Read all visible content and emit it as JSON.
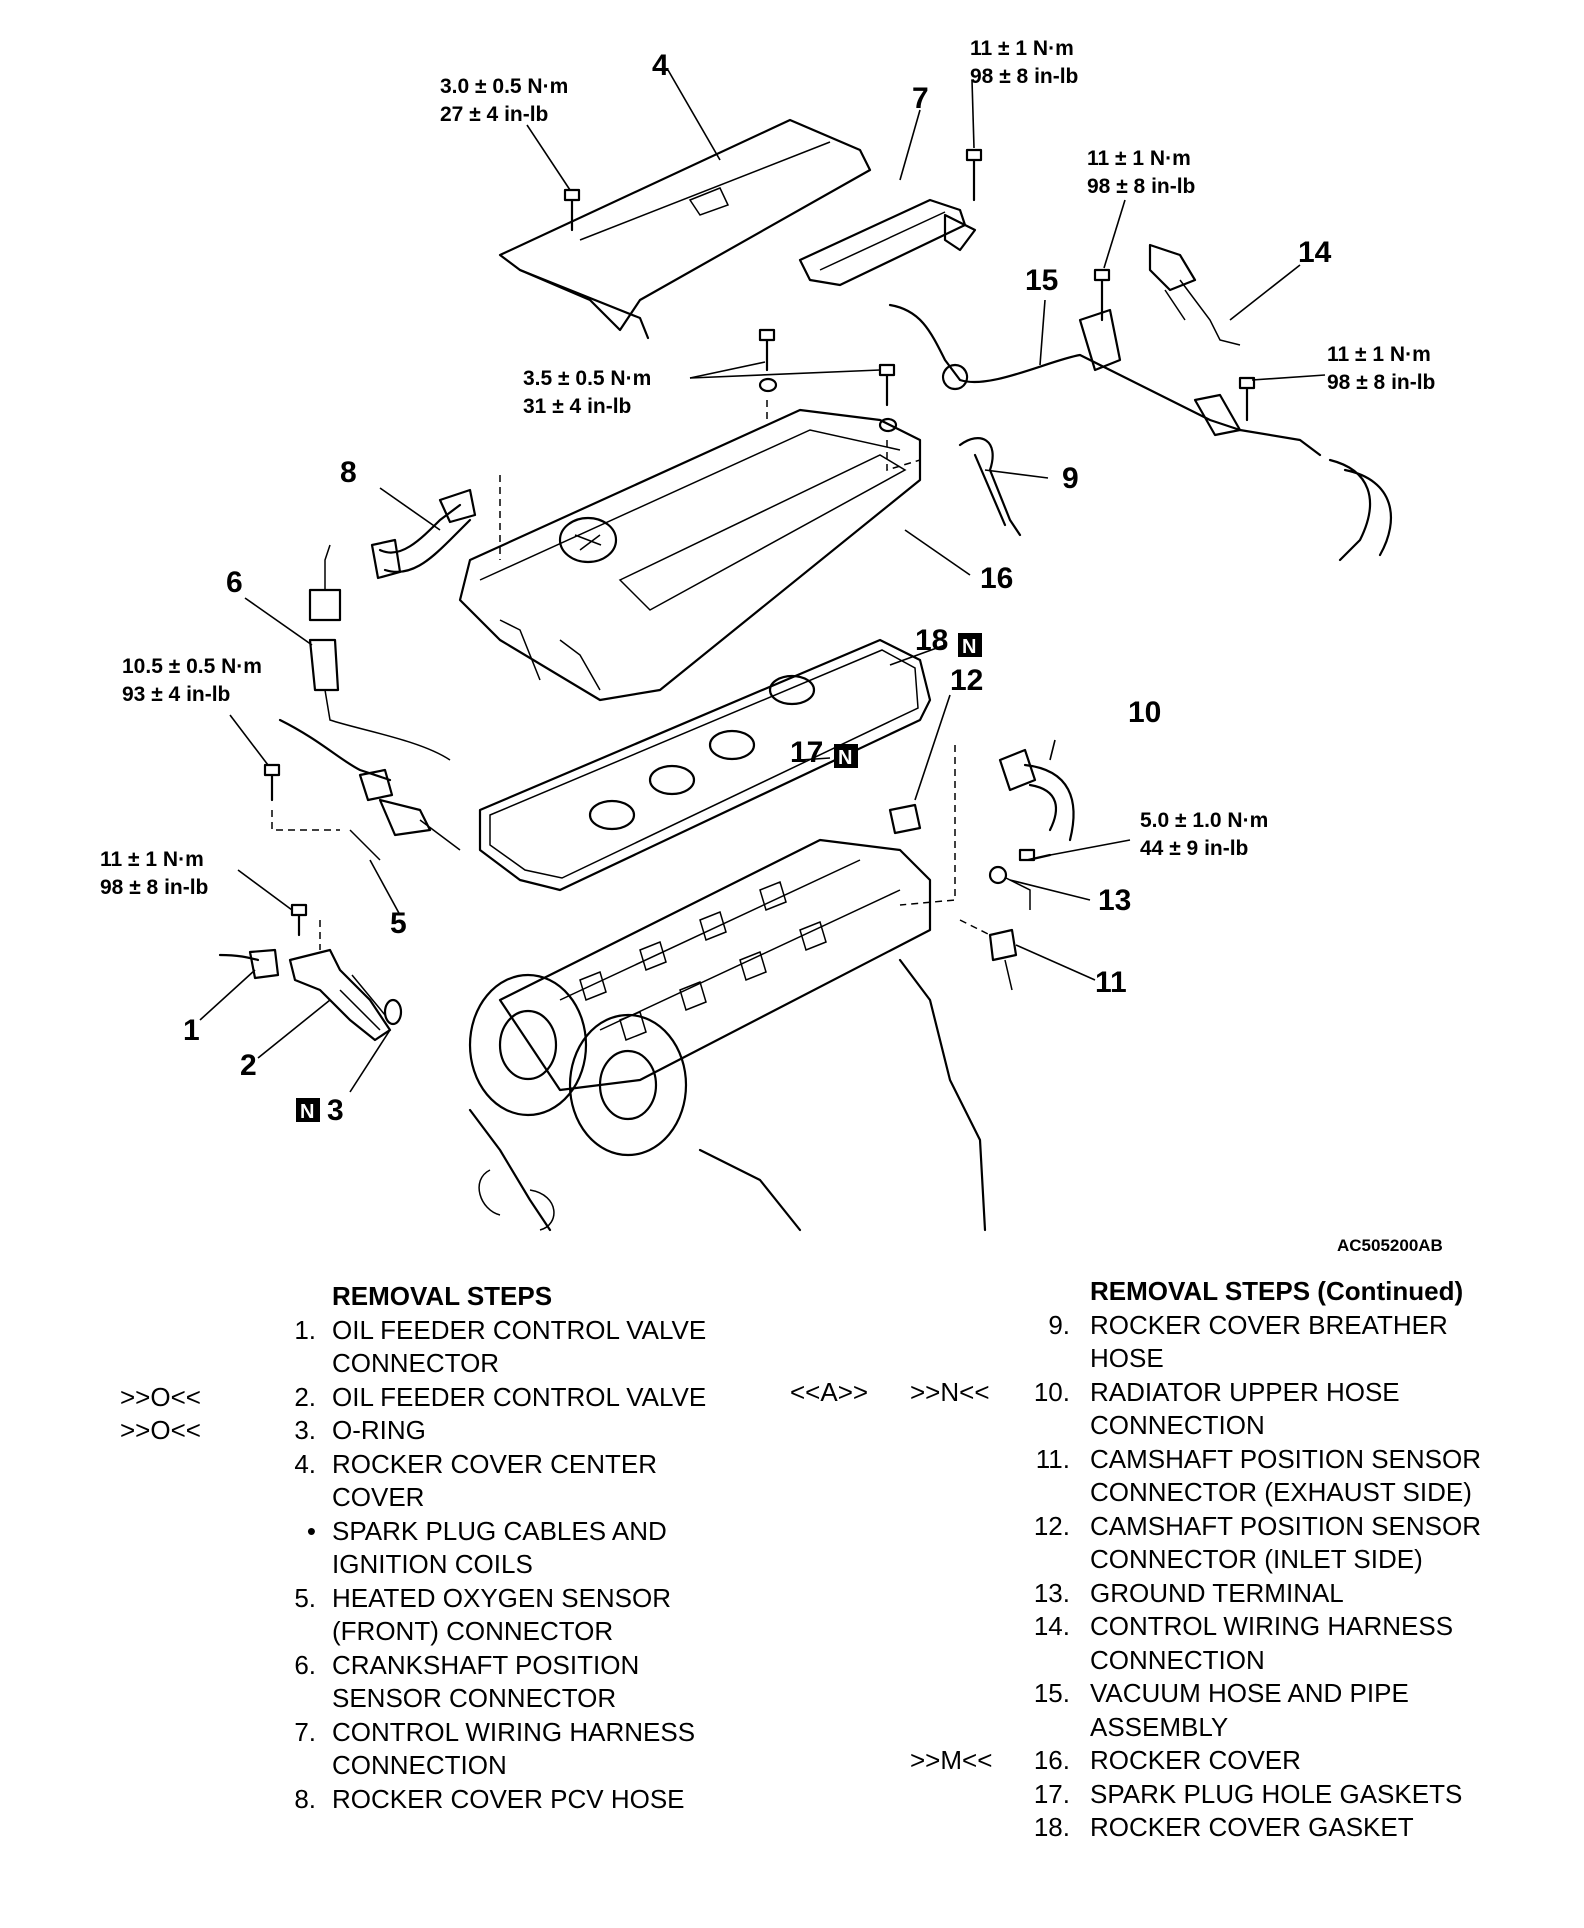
{
  "diagram": {
    "figure_id": "AC505200AB",
    "callouts": [
      "1",
      "2",
      "3",
      "4",
      "5",
      "6",
      "7",
      "8",
      "9",
      "10",
      "11",
      "12",
      "13",
      "14",
      "15",
      "16",
      "17",
      "18"
    ],
    "new_part_mark": "N",
    "torques": {
      "t4": [
        "3.0 ± 0.5 N·m",
        "27 ± 4 in-lb"
      ],
      "t7": [
        "11 ± 1 N·m",
        "98 ± 8 in-lb"
      ],
      "t15": [
        "11 ± 1 N·m",
        "98 ± 8 in-lb"
      ],
      "t14": [
        "11 ± 1 N·m",
        "98 ± 8 in-lb"
      ],
      "t16": [
        "3.5 ± 0.5 N·m",
        "31 ± 4 in-lb"
      ],
      "t6": [
        "10.5 ± 0.5 N·m",
        "93 ± 4 in-lb"
      ],
      "t2": [
        "11 ± 1 N·m",
        "98 ± 8 in-lb"
      ],
      "t13": [
        "5.0 ± 1.0 N·m",
        "44 ± 9 in-lb"
      ]
    }
  },
  "removal_steps": {
    "title": "REMOVAL STEPS",
    "items": [
      {
        "mark": "",
        "num": "1.",
        "text": "OIL FEEDER CONTROL VALVE CONNECTOR"
      },
      {
        "mark": ">>O<<",
        "num": "2.",
        "text": "OIL FEEDER CONTROL VALVE"
      },
      {
        "mark": ">>O<<",
        "num": "3.",
        "text": "O-RING"
      },
      {
        "mark": "",
        "num": "4.",
        "text": "ROCKER COVER CENTER COVER"
      },
      {
        "mark": "",
        "num": "•",
        "text": "SPARK PLUG CABLES AND IGNITION COILS"
      },
      {
        "mark": "",
        "num": "5.",
        "text": "HEATED OXYGEN SENSOR (FRONT) CONNECTOR"
      },
      {
        "mark": "",
        "num": "6.",
        "text": "CRANKSHAFT POSITION SENSOR CONNECTOR"
      },
      {
        "mark": "",
        "num": "7.",
        "text": "CONTROL WIRING HARNESS CONNECTION"
      },
      {
        "mark": "",
        "num": "8.",
        "text": "ROCKER COVER PCV HOSE"
      }
    ]
  },
  "removal_steps_continued": {
    "title": "REMOVAL STEPS (Continued)",
    "items": [
      {
        "mark1": "",
        "mark2": "",
        "num": "9.",
        "text": "ROCKER COVER BREATHER HOSE"
      },
      {
        "mark1": "<<A>>",
        "mark2": ">>N<<",
        "num": "10.",
        "text": "RADIATOR UPPER HOSE CONNECTION"
      },
      {
        "mark1": "",
        "mark2": "",
        "num": "11.",
        "text": "CAMSHAFT POSITION SENSOR CONNECTOR (EXHAUST SIDE)"
      },
      {
        "mark1": "",
        "mark2": "",
        "num": "12.",
        "text": "CAMSHAFT POSITION SENSOR CONNECTOR (INLET SIDE)"
      },
      {
        "mark1": "",
        "mark2": "",
        "num": "13.",
        "text": "GROUND TERMINAL"
      },
      {
        "mark1": "",
        "mark2": "",
        "num": "14.",
        "text": "CONTROL WIRING HARNESS CONNECTION"
      },
      {
        "mark1": "",
        "mark2": "",
        "num": "15.",
        "text": "VACUUM HOSE AND PIPE ASSEMBLY"
      },
      {
        "mark1": "",
        "mark2": ">>M<<",
        "num": "16.",
        "text": "ROCKER COVER"
      },
      {
        "mark1": "",
        "mark2": "",
        "num": "17.",
        "text": "SPARK PLUG HOLE GASKETS"
      },
      {
        "mark1": "",
        "mark2": "",
        "num": "18.",
        "text": "ROCKER COVER GASKET"
      }
    ]
  }
}
